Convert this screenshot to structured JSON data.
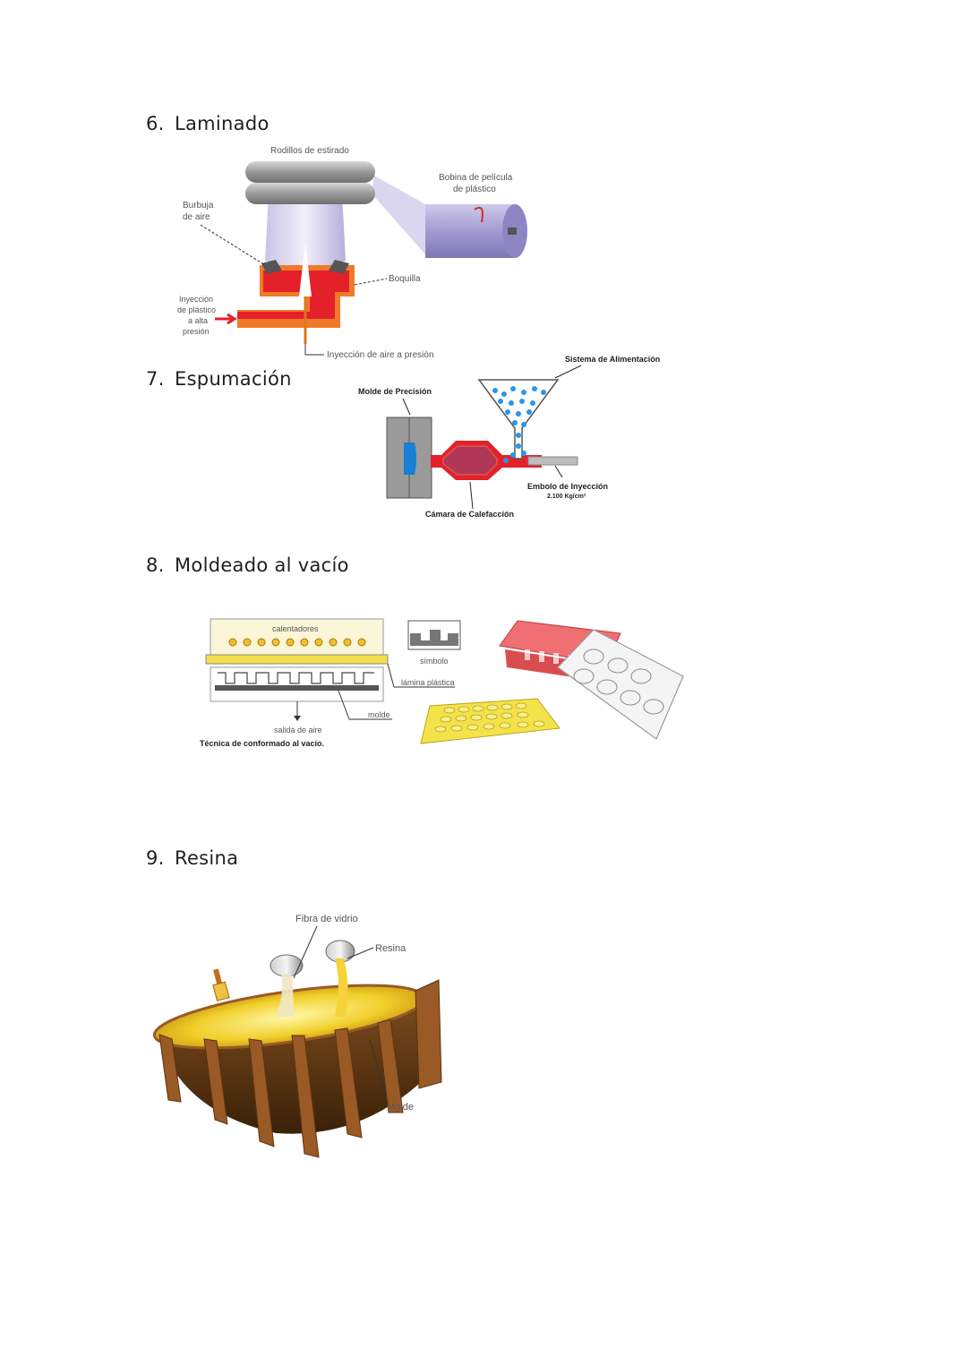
{
  "sections": [
    {
      "num": "6.",
      "title": "Laminado"
    },
    {
      "num": "7.",
      "title": "Espumación"
    },
    {
      "num": "8.",
      "title": "Moldeado al vacío"
    },
    {
      "num": "9.",
      "title": "Resina"
    }
  ],
  "fig_laminado": {
    "rodillos": "Rodillos de estirado",
    "bobina1": "Bobina de película",
    "bobina2": "de plástico",
    "burbuja1": "Burbuja",
    "burbuja2": "de aire",
    "boquilla": "Boquilla",
    "iny1": "Inyección",
    "iny2": "de plástico",
    "iny3": "a alta",
    "iny4": "presión",
    "aire": "Inyección de aire a presión"
  },
  "fig_espumacion": {
    "sistema": "Sistema de Alimentación",
    "molde": "Molde de Precisión",
    "embolo1": "Embolo de Inyección",
    "embolo2": "2.100 Kg/cm²",
    "camara": "Cámara de Calefacción"
  },
  "fig_vacio": {
    "calentadores": "calentadores",
    "simbolo": "símbolo",
    "lamina": "lámina plástica",
    "molde": "molde",
    "salida": "salida de aire",
    "tecnica": "Técnica de conformado al vacío."
  },
  "fig_resina": {
    "fibra": "Fibra de vidrio",
    "resina": "Resina",
    "molde": "Molde"
  },
  "colors": {
    "orange": "#f07a2a",
    "red": "#e4202a",
    "blue": "#1a7ed4",
    "violet": "#b8b2d8",
    "yellow": "#f3e04a",
    "wood": "#9a5a25"
  }
}
